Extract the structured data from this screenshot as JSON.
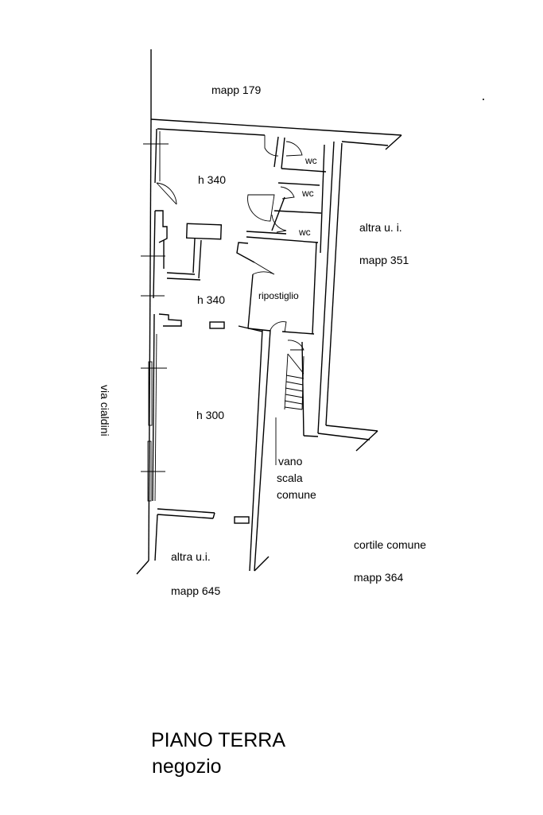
{
  "labels": {
    "mapp_179": "mapp 179",
    "room_h340_top": "h 340",
    "wc_1": "wc",
    "wc_2": "wc",
    "wc_3": "wc",
    "altra_ui_right": "altra u. i.",
    "mapp_351": "mapp 351",
    "room_h340_mid": "h 340",
    "ripostiglio": "ripostiglio",
    "street": "via cialdini",
    "room_h300": "h 300",
    "vano": "vano",
    "scala": "scala",
    "comune": "comune",
    "cortile_comune": "cortile comune",
    "mapp_364": "mapp 364",
    "altra_ui_bottom": "altra u.i.",
    "mapp_645": "mapp 645"
  },
  "title": {
    "line1": "PIANO TERRA",
    "line2": "negozio"
  }
}
